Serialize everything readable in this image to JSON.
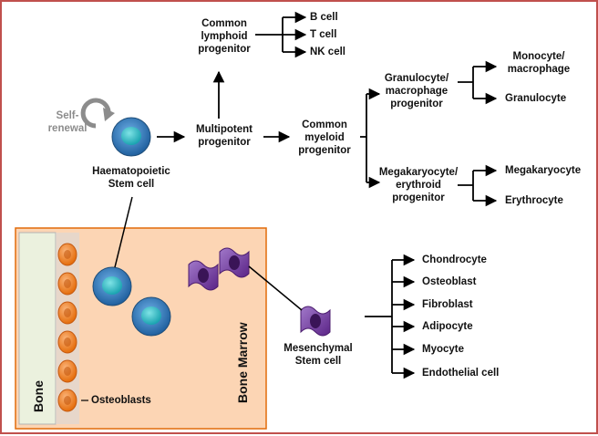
{
  "hierarchy": {
    "hsc": "Haematopoietic\nStem cell",
    "self_renewal": "Self-\nrenewal",
    "multipotent": "Multipotent\nprogenitor",
    "lymphoid": "Common\nlymphoid\nprogenitor",
    "myeloid": "Common\nmyeloid\nprogenitor",
    "gmp": "Granulocyte/\nmacrophage\nprogenitor",
    "mep": "Megakaryocyte/\nerythroid\nprogenitor",
    "lymphoid_outputs": [
      "B cell",
      "T cell",
      "NK cell"
    ],
    "gmp_outputs": [
      "Monocyte/\nmacrophage",
      "Granulocyte"
    ],
    "mep_outputs": [
      "Megakaryocyte",
      "Erythrocyte"
    ]
  },
  "niche": {
    "bone": "Bone",
    "bone_marrow": "Bone Marrow",
    "osteoblasts": "Osteoblasts"
  },
  "msc": {
    "label": "Mesenchymal\nStem cell",
    "outputs": [
      "Chondrocyte",
      "Osteoblast",
      "Fibroblast",
      "Adipocyte",
      "Myocyte",
      "Endothelial cell"
    ]
  },
  "colors": {
    "frame": "#c0504d",
    "marrow_fill": "#fcd5b4",
    "marrow_border": "#e26b0a",
    "bone_fill": "#ebf1de",
    "osteoblast": "#f79646",
    "hsc_blue": "#2e75b6",
    "msc_purple": "#7030a0"
  }
}
